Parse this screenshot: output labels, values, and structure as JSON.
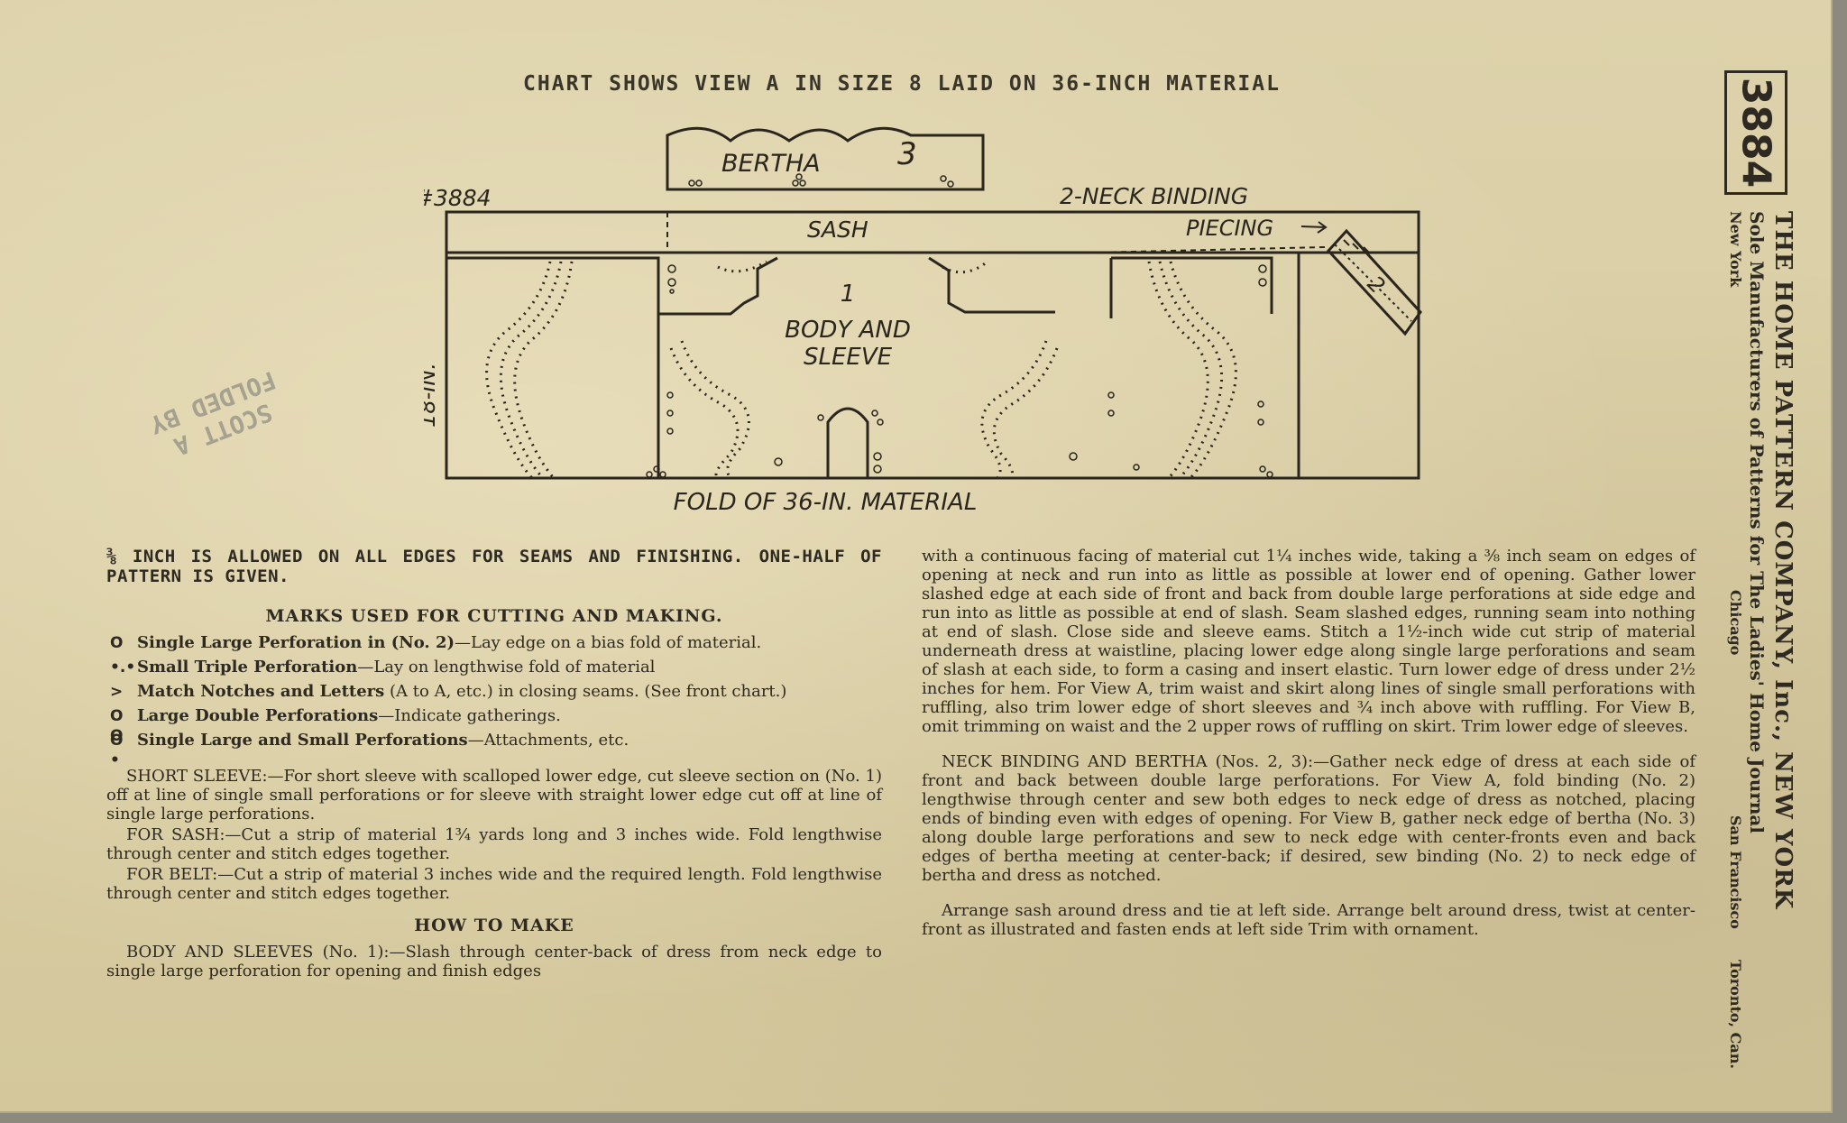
{
  "chart_title": "CHART SHOWS VIEW A IN SIZE 8 LAID ON 36-INCH MATERIAL",
  "diagram": {
    "pattern_ref": "#3884",
    "bertha_label": "BERTHA",
    "bertha_number": "3",
    "neck_binding": "2-NECK BINDING",
    "sash": "SASH",
    "piecing": "PIECING",
    "piece_two": "2",
    "body_number": "1",
    "body_line1": "BODY AND",
    "body_line2": "SLEEVE",
    "width_label": "18-IN.",
    "fold_label": "FOLD OF 36-IN. MATERIAL"
  },
  "stamp": {
    "line1": "FOLDED BY",
    "line2": "SCOTT A"
  },
  "allowance": "⅜ INCH IS ALLOWED ON ALL EDGES FOR SEAMS AND FINISHING. ONE-HALF OF PATTERN IS GIVEN.",
  "marks_heading": "MARKS USED FOR CUTTING AND MAKING.",
  "marks": [
    {
      "symbol": "O",
      "label": "Single Large Perforation in (No. 2)",
      "text": "—Lay edge on a bias fold of material."
    },
    {
      "symbol": "•.•",
      "label": "Small Triple Perforation",
      "text": "—Lay on lengthwise fold of material"
    },
    {
      "symbol": ">",
      "label": "Match Notches and Letters",
      "text": " (A to A, etc.) in closing seams. (See front chart.)"
    },
    {
      "symbol": "O O",
      "label": "Large Double Perforations",
      "text": "—Indicate gatherings."
    },
    {
      "symbol": "O •",
      "label": "Single Large and Small Perforations",
      "text": "—Attachments, etc."
    }
  ],
  "short_sleeve": "SHORT SLEEVE:—For short sleeve with scalloped lower edge, cut sleeve section on (No. 1) off at line of single small perforations or for sleeve with straight lower edge cut off at line of single large perforations.",
  "for_sash": "FOR SASH:—Cut a strip of material 1¾ yards long and 3 inches wide. Fold lengthwise through center and stitch edges together.",
  "for_belt": "FOR BELT:—Cut a strip of material 3 inches wide and the required length. Fold lengthwise through center and stitch edges together.",
  "how_to_make": "HOW TO MAKE",
  "body_sleeves_start": "BODY AND SLEEVES (No. 1):—Slash through center-back of dress from neck edge to single large perforation for opening and finish edges",
  "body_sleeves_cont": "with a continuous facing of material cut 1¼ inches wide, taking a ⅜ inch seam on edges of opening at neck and run into as little as possible at lower end of opening. Gather lower slashed edge at each side of front and back from double large perforations at side edge and run into as little as possible at end of slash. Seam slashed edges, running seam into nothing at end of slash. Close side and sleeve eams. Stitch a 1½-inch wide cut strip of material underneath dress at waistline, placing lower edge along single large perforations and seam of slash at each side, to form a casing and insert elastic. Turn lower edge of dress under 2½ inches for hem. For View A, trim waist and skirt along lines of single small perforations with ruffling, also trim lower edge of short sleeves and ¾ inch above with ruffling. For View B, omit trimming on waist and the 2 upper rows of ruffling on skirt. Trim lower edge of sleeves.",
  "neck_binding": "NECK BINDING AND BERTHA (Nos. 2, 3):—Gather neck edge of dress at each side of front and back between double large perforations. For View A, fold binding (No. 2) lengthwise through center and sew both edges to neck edge of dress as notched, placing ends of binding even with edges of opening. For View B, gather neck edge of bertha (No. 3) along double large perforations and sew to neck edge with center-fronts even and back edges of bertha meeting at center-back; if desired, sew binding (No. 2) to neck edge of bertha and dress as notched.",
  "arrange": "Arrange sash around dress and tie at left side. Arrange belt around dress, twist at center-front as illustrated and fasten ends at left side Trim with ornament.",
  "pattern_number": "3884",
  "company": "THE HOME PATTERN COMPANY, Inc., NEW YORK",
  "sole_manufacturers": "Sole Manufacturers of Patterns for The Ladies' Home Journal",
  "cities": [
    "New York",
    "Chicago",
    "San Francisco",
    "Toronto, Can."
  ]
}
